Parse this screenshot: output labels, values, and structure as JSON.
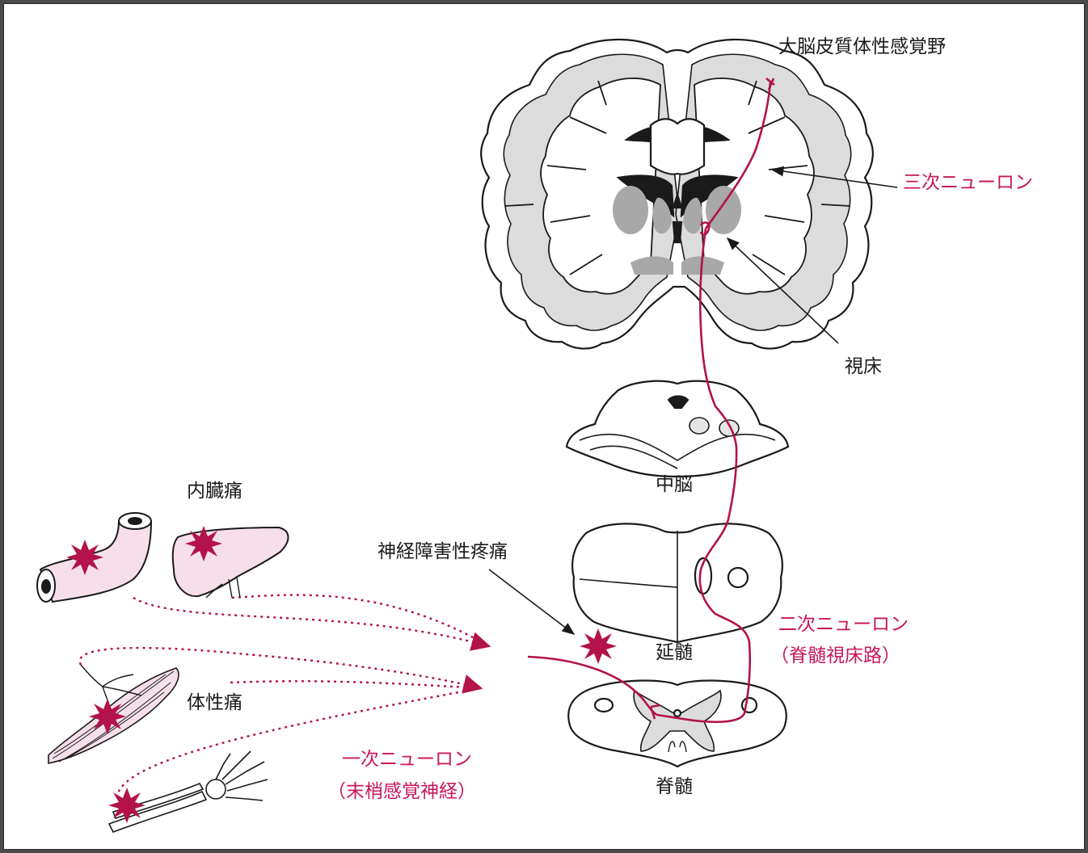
{
  "labels": {
    "cortex": "大脳皮質体性感覚野",
    "third_neuron": "三次ニューロン",
    "thalamus": "視床",
    "midbrain": "中脳",
    "medulla": "延髄",
    "spinal_cord": "脊髄",
    "second_neuron": "二次ニューロン",
    "second_neuron_sub": "（脊髄視床路）",
    "first_neuron": "一次ニューロン",
    "first_neuron_sub": "（末梢感覚神経）",
    "visceral_pain": "内臓痛",
    "neuropathic_pain": "神経障害性疼痛",
    "somatic_pain": "体性痛"
  },
  "colors": {
    "accent": "#c8175a",
    "pain_burst": "#b3124a",
    "organ_fill": "#f6dfea",
    "gray_matter": "#dcdcdc",
    "nuclei": "#a8a8a8",
    "frame_bg": "#4a4a48"
  }
}
